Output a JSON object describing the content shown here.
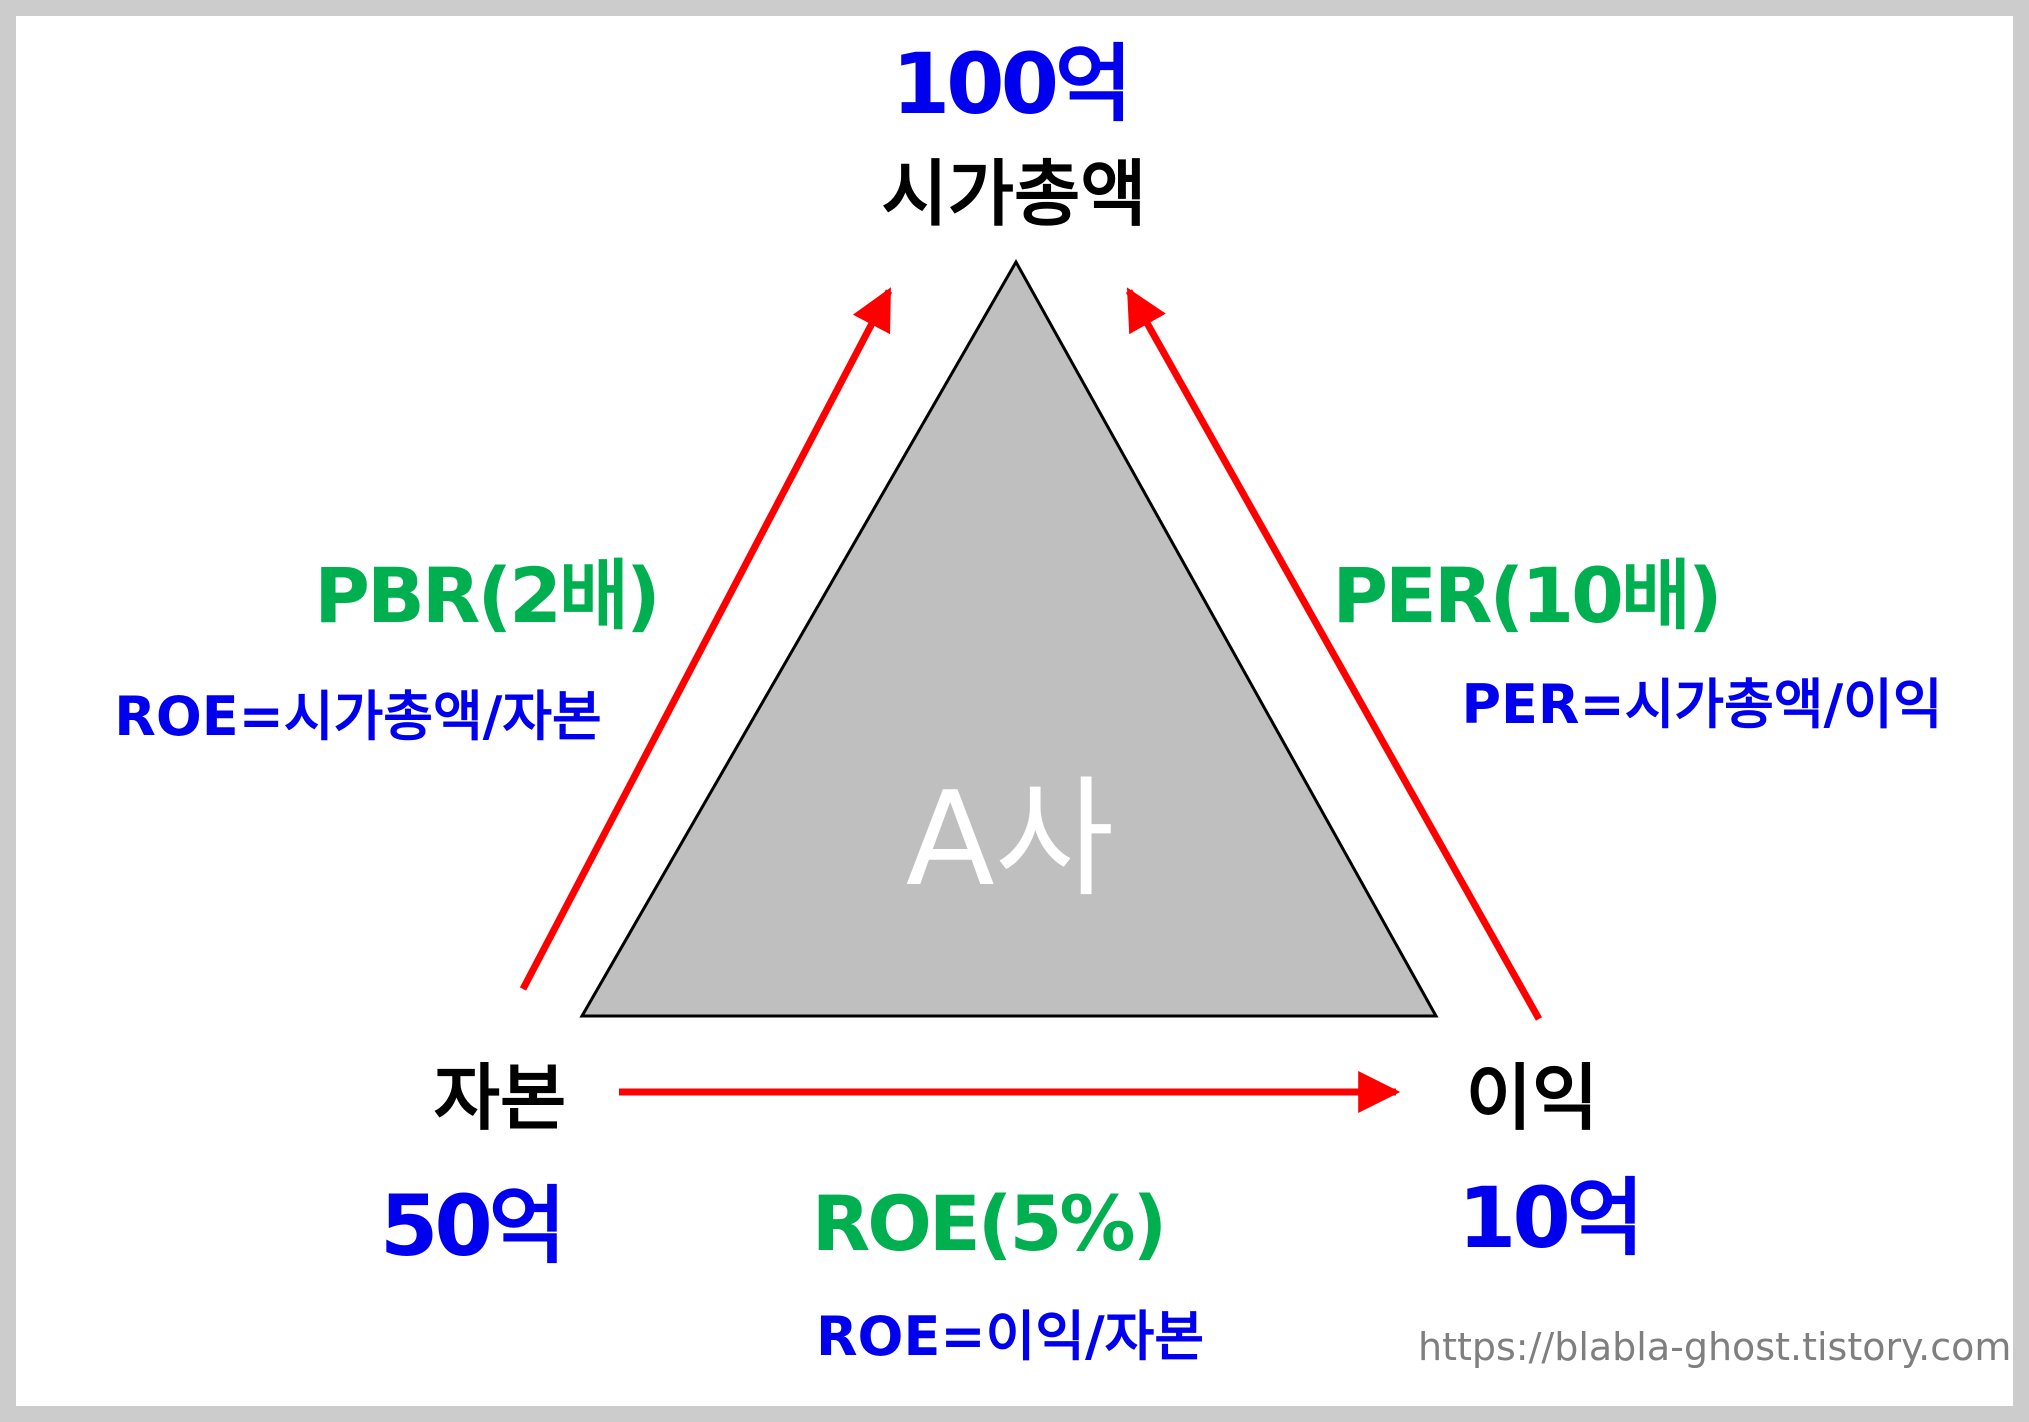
{
  "colors": {
    "amount": "#0000ee",
    "ratio": "#00b050",
    "arrow": "#ff0000",
    "triangle_fill": "#bfbfbf",
    "triangle_stroke": "#000000",
    "center_text": "#ffffff",
    "watermark": "#7f7f7f"
  },
  "top": {
    "amount": "100억",
    "label": "시가총액"
  },
  "left": {
    "label": "자본",
    "amount": "50억"
  },
  "right": {
    "label": "이익",
    "amount": "10억"
  },
  "center": {
    "label": "A사"
  },
  "pbr": {
    "ratio": "PBR(2배)",
    "formula": "ROE=시가총액/자본"
  },
  "per": {
    "ratio": "PER(10배)",
    "formula": "PER=시가총액/이익"
  },
  "roe": {
    "ratio": "ROE(5%)",
    "formula": "ROE=이익/자본"
  },
  "watermark": "https://blabla-ghost.tistory.com"
}
